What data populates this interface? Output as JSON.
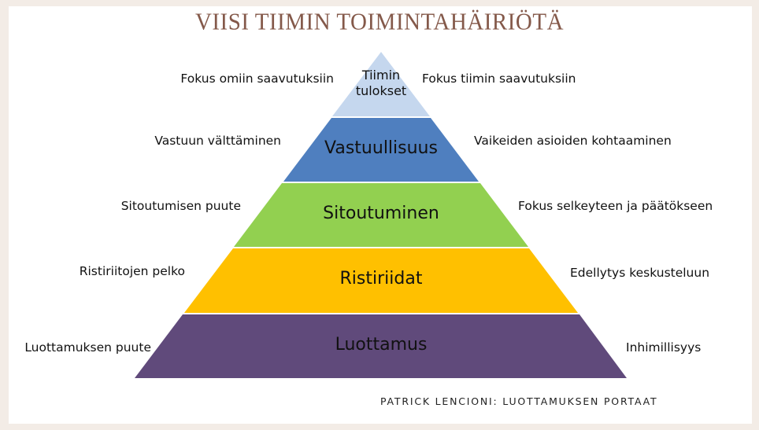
{
  "title": "VIISI TIIMIN TOIMINTAHÄIRIÖTÄ",
  "credit": "PATRICK LENCIONI: LUOTTAMUKSEN PORTAAT",
  "colors": {
    "frame": "#f3ece6",
    "title": "#84594a",
    "tier_results": "#c5d7ee",
    "tier_accountability": "#4f7fbf",
    "tier_commitment": "#92d050",
    "tier_conflict": "#ffc000",
    "tier_trust": "#604a7b"
  },
  "pyramid": {
    "tiers": [
      {
        "label_line1": "Tiimin",
        "label_line2": "tulokset",
        "left": "Fokus omiin saavutuksiin",
        "right": "Fokus tiimin saavutuksiin"
      },
      {
        "label": "Vastuullisuus",
        "left": "Vastuun välttäminen",
        "right": "Vaikeiden asioiden kohtaaminen"
      },
      {
        "label": "Sitoutuminen",
        "left": "Sitoutumisen puute",
        "right": "Fokus selkeyteen ja päätökseen"
      },
      {
        "label": "Ristiriidat",
        "left": "Ristiriitojen pelko",
        "right": "Edellytys keskusteluun"
      },
      {
        "label": "Luottamus",
        "left": "Luottamuksen puute",
        "right": "Inhimillisyys"
      }
    ]
  }
}
